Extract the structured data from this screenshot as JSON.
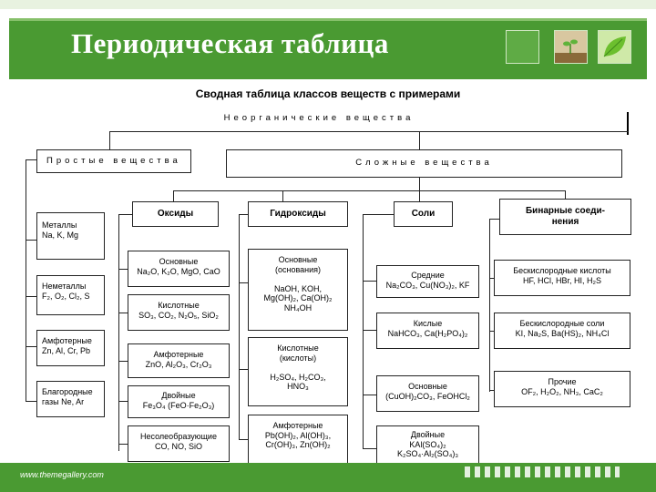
{
  "header": {
    "title": "Периодическая таблица"
  },
  "subtitle": "Сводная таблица классов веществ с примерами",
  "root": "Неорганические вещества",
  "simple": {
    "title": "Простые вещества",
    "items": [
      "Металлы\nNa, K, Mg",
      "Неметаллы\nF₂, O₂, Cl₂, S",
      "Амфотерные\nZn, Al, Cr, Pb",
      "Благородные\nгазы Ne, Ar"
    ]
  },
  "complex": {
    "title": "Сложные вещества"
  },
  "categories": {
    "oxides": "Оксиды",
    "hydroxides": "Гидроксиды",
    "salts": "Соли",
    "binary": "Бинарные соеди-\nнения"
  },
  "oxides": [
    "Основные\nNa₂O, K₂O, MgO, CaO",
    "Кислотные\nSO₃, CO₂, N₂O₅, SiO₂",
    "Амфотерные\nZnO, Al₂O₃, Cr₂O₃",
    "Двойные\nFe₃O₄ (FeO·Fe₂O₃)",
    "Несолеобразующие\nCO, NO, SiO"
  ],
  "hydroxides": [
    "Основные\n(основания)\n\nNaOH, KOH,\nMg(OH)₂, Ca(OH)₂\nNH₄OH",
    "Кислотные\n(кислоты)\n\nH₂SO₄, H₂CO₃,\nHNO₃",
    "Амфотерные\nPb(OH)₂, Al(OH)₃,\nCr(OH)₃, Zn(OH)₂"
  ],
  "salts": [
    "Средние\nNa₂CO₃, Cu(NO₃)₂, KF",
    "Кислые\nNaHCO₃, Ca(H₂PO₄)₂",
    "Основные\n(CuOH)₂CO₃, FeOHCl₂",
    "Двойные\nKAl(SO₄)₂\nK₂SO₄·Al₂(SO₄)₃"
  ],
  "binary": [
    "Бескислородные кислоты\nHF, HCl, HBr, HI, H₂S",
    "Бескислородные соли\nKI, Na₂S, Ba(HS)₂, NH₄Cl",
    "Прочие\nOF₂, H₂O₂, NH₃, CaC₂"
  ],
  "footer": {
    "url": "www.themegallery.com"
  }
}
